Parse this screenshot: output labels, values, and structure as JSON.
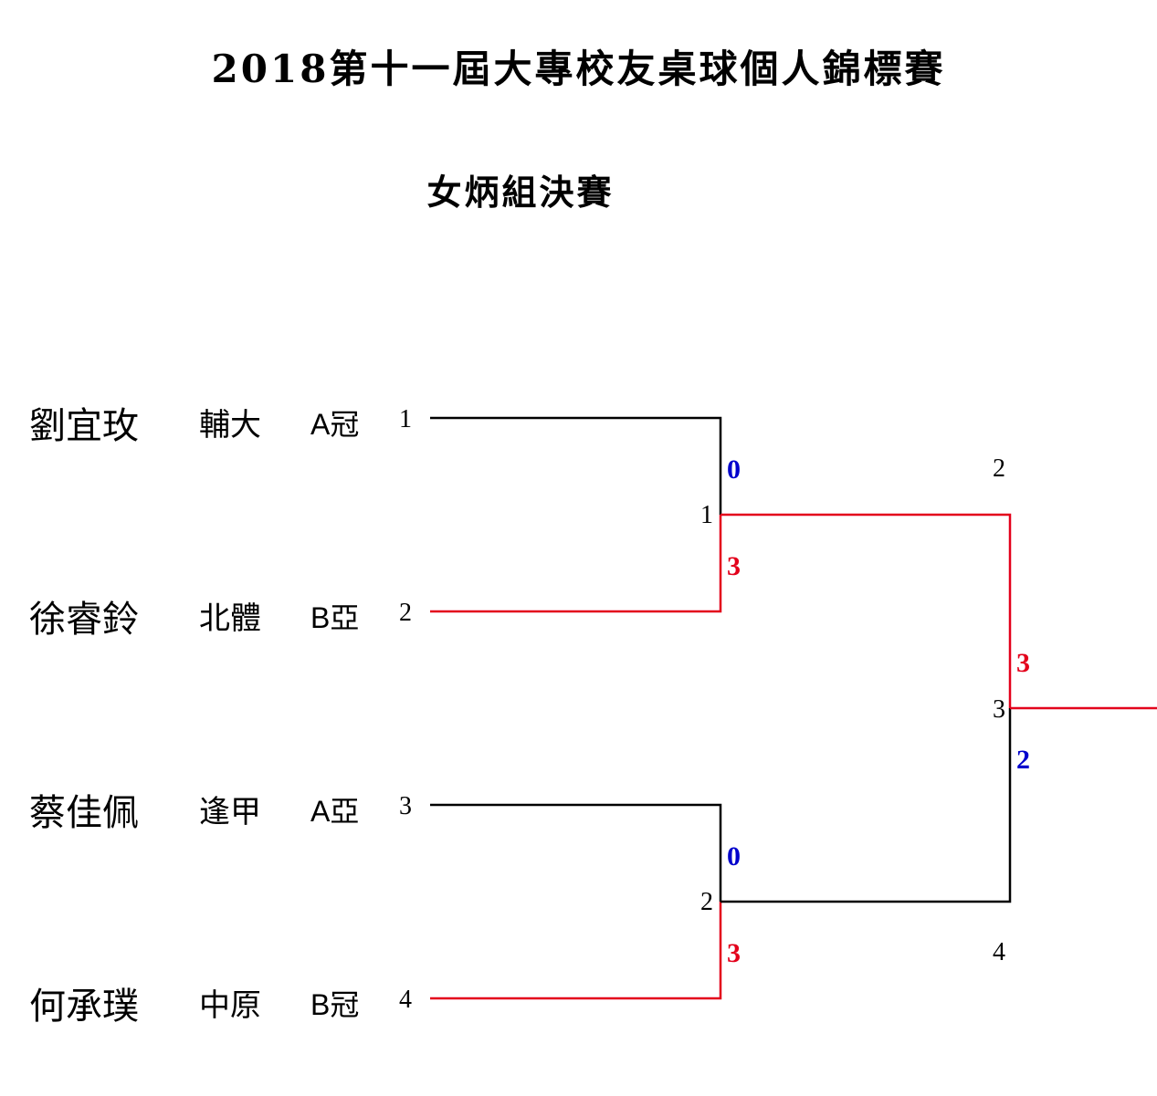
{
  "title": "2018第十一屆大專校友桌球個人錦標賽",
  "subtitle": "女炳組決賽",
  "colors": {
    "winner_line": "#e3001b",
    "loser_line": "#000000",
    "winner_score": "#e3001b",
    "loser_score": "#0000cc"
  },
  "players": [
    {
      "name": "劉宜玫",
      "school": "輔大",
      "rank": "A冠",
      "seed": "1"
    },
    {
      "name": "徐睿鈴",
      "school": "北體",
      "rank": "B亞",
      "seed": "2"
    },
    {
      "name": "蔡佳佩",
      "school": "逢甲",
      "rank": "A亞",
      "seed": "3"
    },
    {
      "name": "何承璞",
      "school": "中原",
      "rank": "B冠",
      "seed": "4"
    }
  ],
  "matches": [
    {
      "label": "1",
      "top_score": "0",
      "bottom_score": "3",
      "winner": "bottom"
    },
    {
      "label": "2",
      "top_score": "0",
      "bottom_score": "3",
      "winner": "bottom"
    },
    {
      "label": "3",
      "top_score": "3",
      "bottom_score": "2",
      "winner": "top",
      "top_label": "2",
      "bottom_label": "4"
    }
  ]
}
